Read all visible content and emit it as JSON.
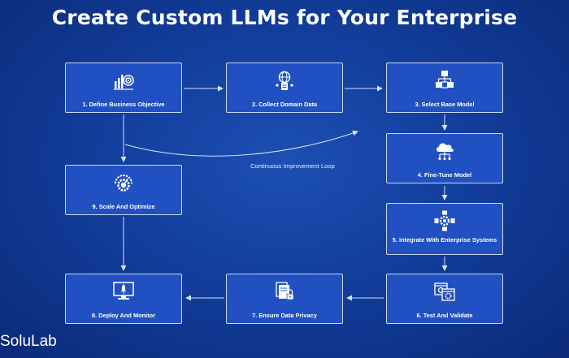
{
  "title": "Create Custom LLMs for Your Enterprise",
  "steps": [
    {
      "label": "1. Define Business Objective",
      "icon": "chart-target-icon"
    },
    {
      "label": "2. Collect Domain Data",
      "icon": "globe-document-icon"
    },
    {
      "label": "3. Select Base Model",
      "icon": "model-cubes-icon"
    },
    {
      "label": "4. Fine-Tune Model",
      "icon": "cloud-network-icon"
    },
    {
      "label": "5. Integrate With Enterprise Systems",
      "icon": "gear-network-icon"
    },
    {
      "label": "6. Test And Validate",
      "icon": "test-windows-icon"
    },
    {
      "label": "7. Ensure Data Privacy",
      "icon": "secure-document-icon"
    },
    {
      "label": "8. Deploy And Monitor",
      "icon": "monitor-rocket-icon"
    },
    {
      "label": "9. Scale And Optimize",
      "icon": "speedometer-gear-icon"
    }
  ],
  "loop_label": "Continuous Improvement Loop",
  "brand": "SoluLab",
  "colors": {
    "background": "#123e9c",
    "card": "#2150c2",
    "card_border": "#c8d6f5",
    "arrow": "#d6e0f6"
  }
}
